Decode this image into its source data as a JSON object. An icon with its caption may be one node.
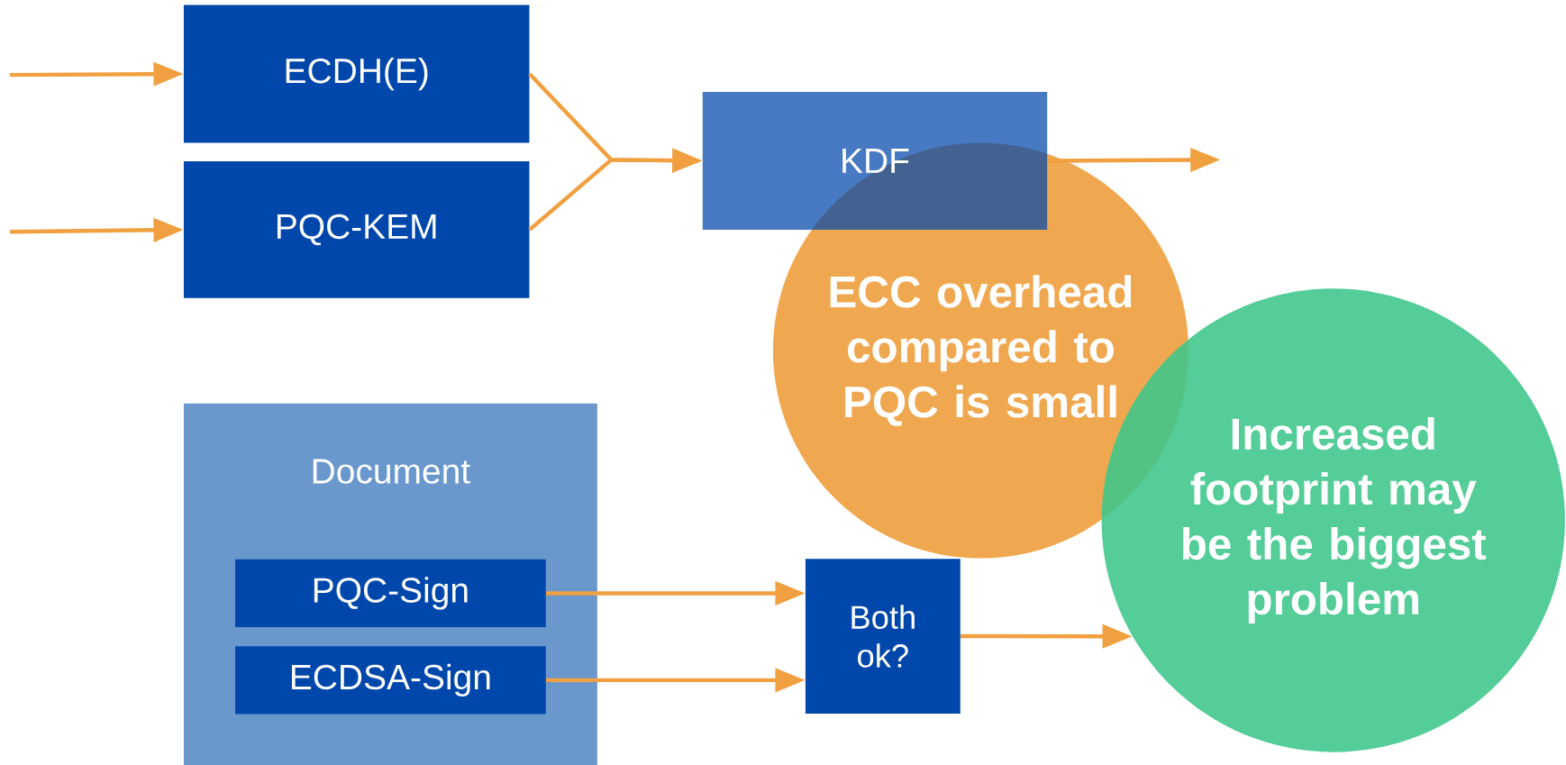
{
  "diagram": {
    "nodes": [
      {
        "text": [
          "ECDH(E)"
        ]
      },
      {
        "text": [
          "PQC-KEM"
        ]
      },
      {
        "text": [
          "KDF"
        ]
      },
      {
        "text": [
          "ECC overhead compared to PQC is small"
        ]
      },
      {
        "text": [
          "Document"
        ]
      },
      {
        "text": [
          "PQC-Sign"
        ],
        "in": 4
      },
      {
        "text": [
          "ECDSA-Sign"
        ],
        "in": 4
      },
      {
        "text": [
          "Both ok?"
        ]
      },
      {
        "text": [
          "Increased footprint may be the biggest problem"
        ]
      }
    ],
    "edges": [
      {
        "from": null,
        "to": 0,
        "arrow": "to"
      },
      {
        "from": null,
        "to": 1,
        "arrow": "to"
      },
      {
        "from": 0,
        "to": 2,
        "arrow": "to"
      },
      {
        "from": 1,
        "to": 2,
        "arrow": "to"
      },
      {
        "from": 2,
        "to": null,
        "arrow": "to"
      },
      {
        "from": 5,
        "to": 7,
        "arrow": "to"
      },
      {
        "from": 6,
        "to": 7,
        "arrow": "to"
      },
      {
        "from": 7,
        "to": 8,
        "arrow": "to"
      }
    ]
  }
}
